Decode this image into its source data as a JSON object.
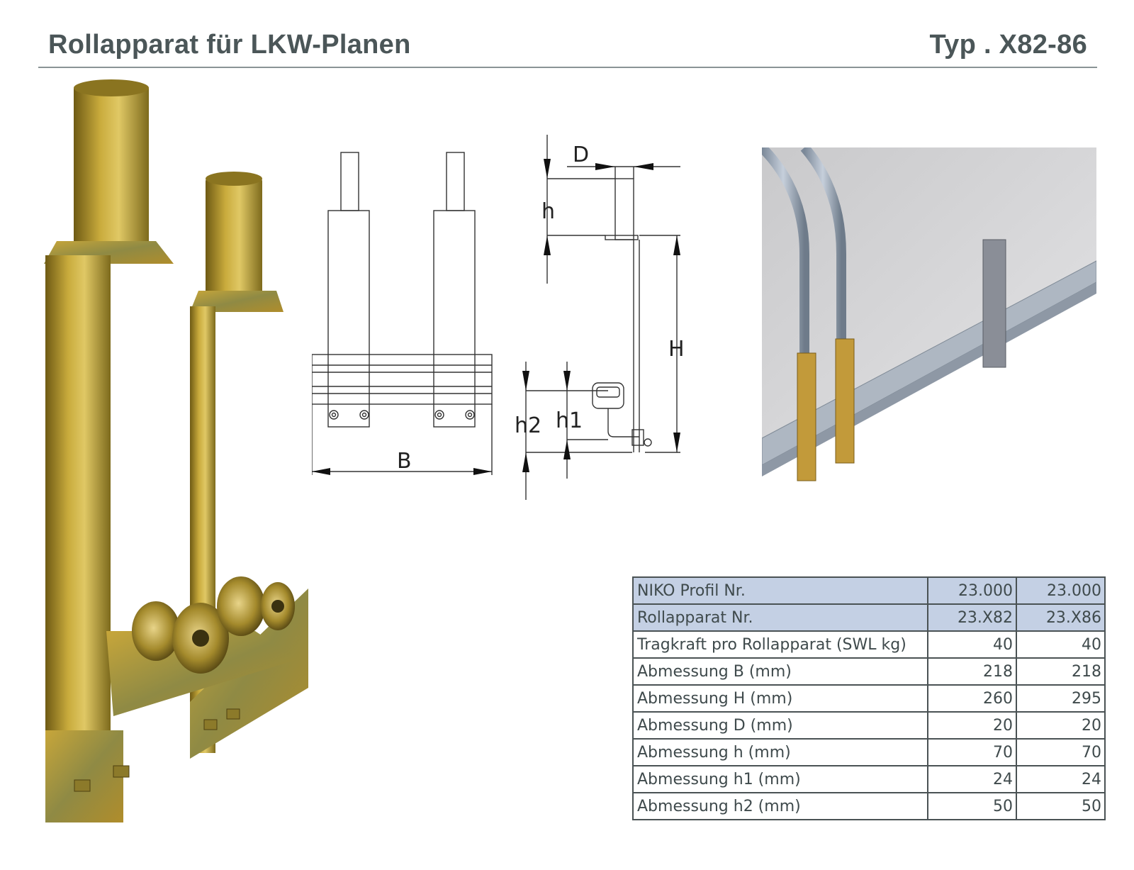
{
  "header": {
    "title": "Rollapparat für LKW-Planen",
    "type_label": "Typ . X82-86"
  },
  "drawing": {
    "labels": {
      "D": "D",
      "h": "h",
      "H": "H",
      "h1": "h1",
      "h2": "h2",
      "B": "B"
    }
  },
  "colors": {
    "brass": "#b59a2a",
    "table_highlight": "#c4d0e4",
    "rule": "#8a9496",
    "text": "#4b5658"
  },
  "spec_table": {
    "rows": [
      {
        "label": "NIKO Profil Nr.",
        "v1": "23.000",
        "v2": "23.000",
        "highlight": true
      },
      {
        "label": "Rollapparat Nr.",
        "v1": "23.X82",
        "v2": "23.X86",
        "highlight": true
      },
      {
        "label": "Tragkraft pro Rollapparat (SWL kg)",
        "v1": "40",
        "v2": "40"
      },
      {
        "label": "Abmessung B (mm)",
        "v1": "218",
        "v2": "218"
      },
      {
        "label": "Abmessung H (mm)",
        "v1": "260",
        "v2": "295"
      },
      {
        "label": "Abmessung D (mm)",
        "v1": "20",
        "v2": "20"
      },
      {
        "label": "Abmessung h (mm)",
        "v1": "70",
        "v2": "70"
      },
      {
        "label": "Abmessung h1 (mm)",
        "v1": "24",
        "v2": "24"
      },
      {
        "label": "Abmessung h2 (mm)",
        "v1": "50",
        "v2": "50"
      }
    ]
  }
}
